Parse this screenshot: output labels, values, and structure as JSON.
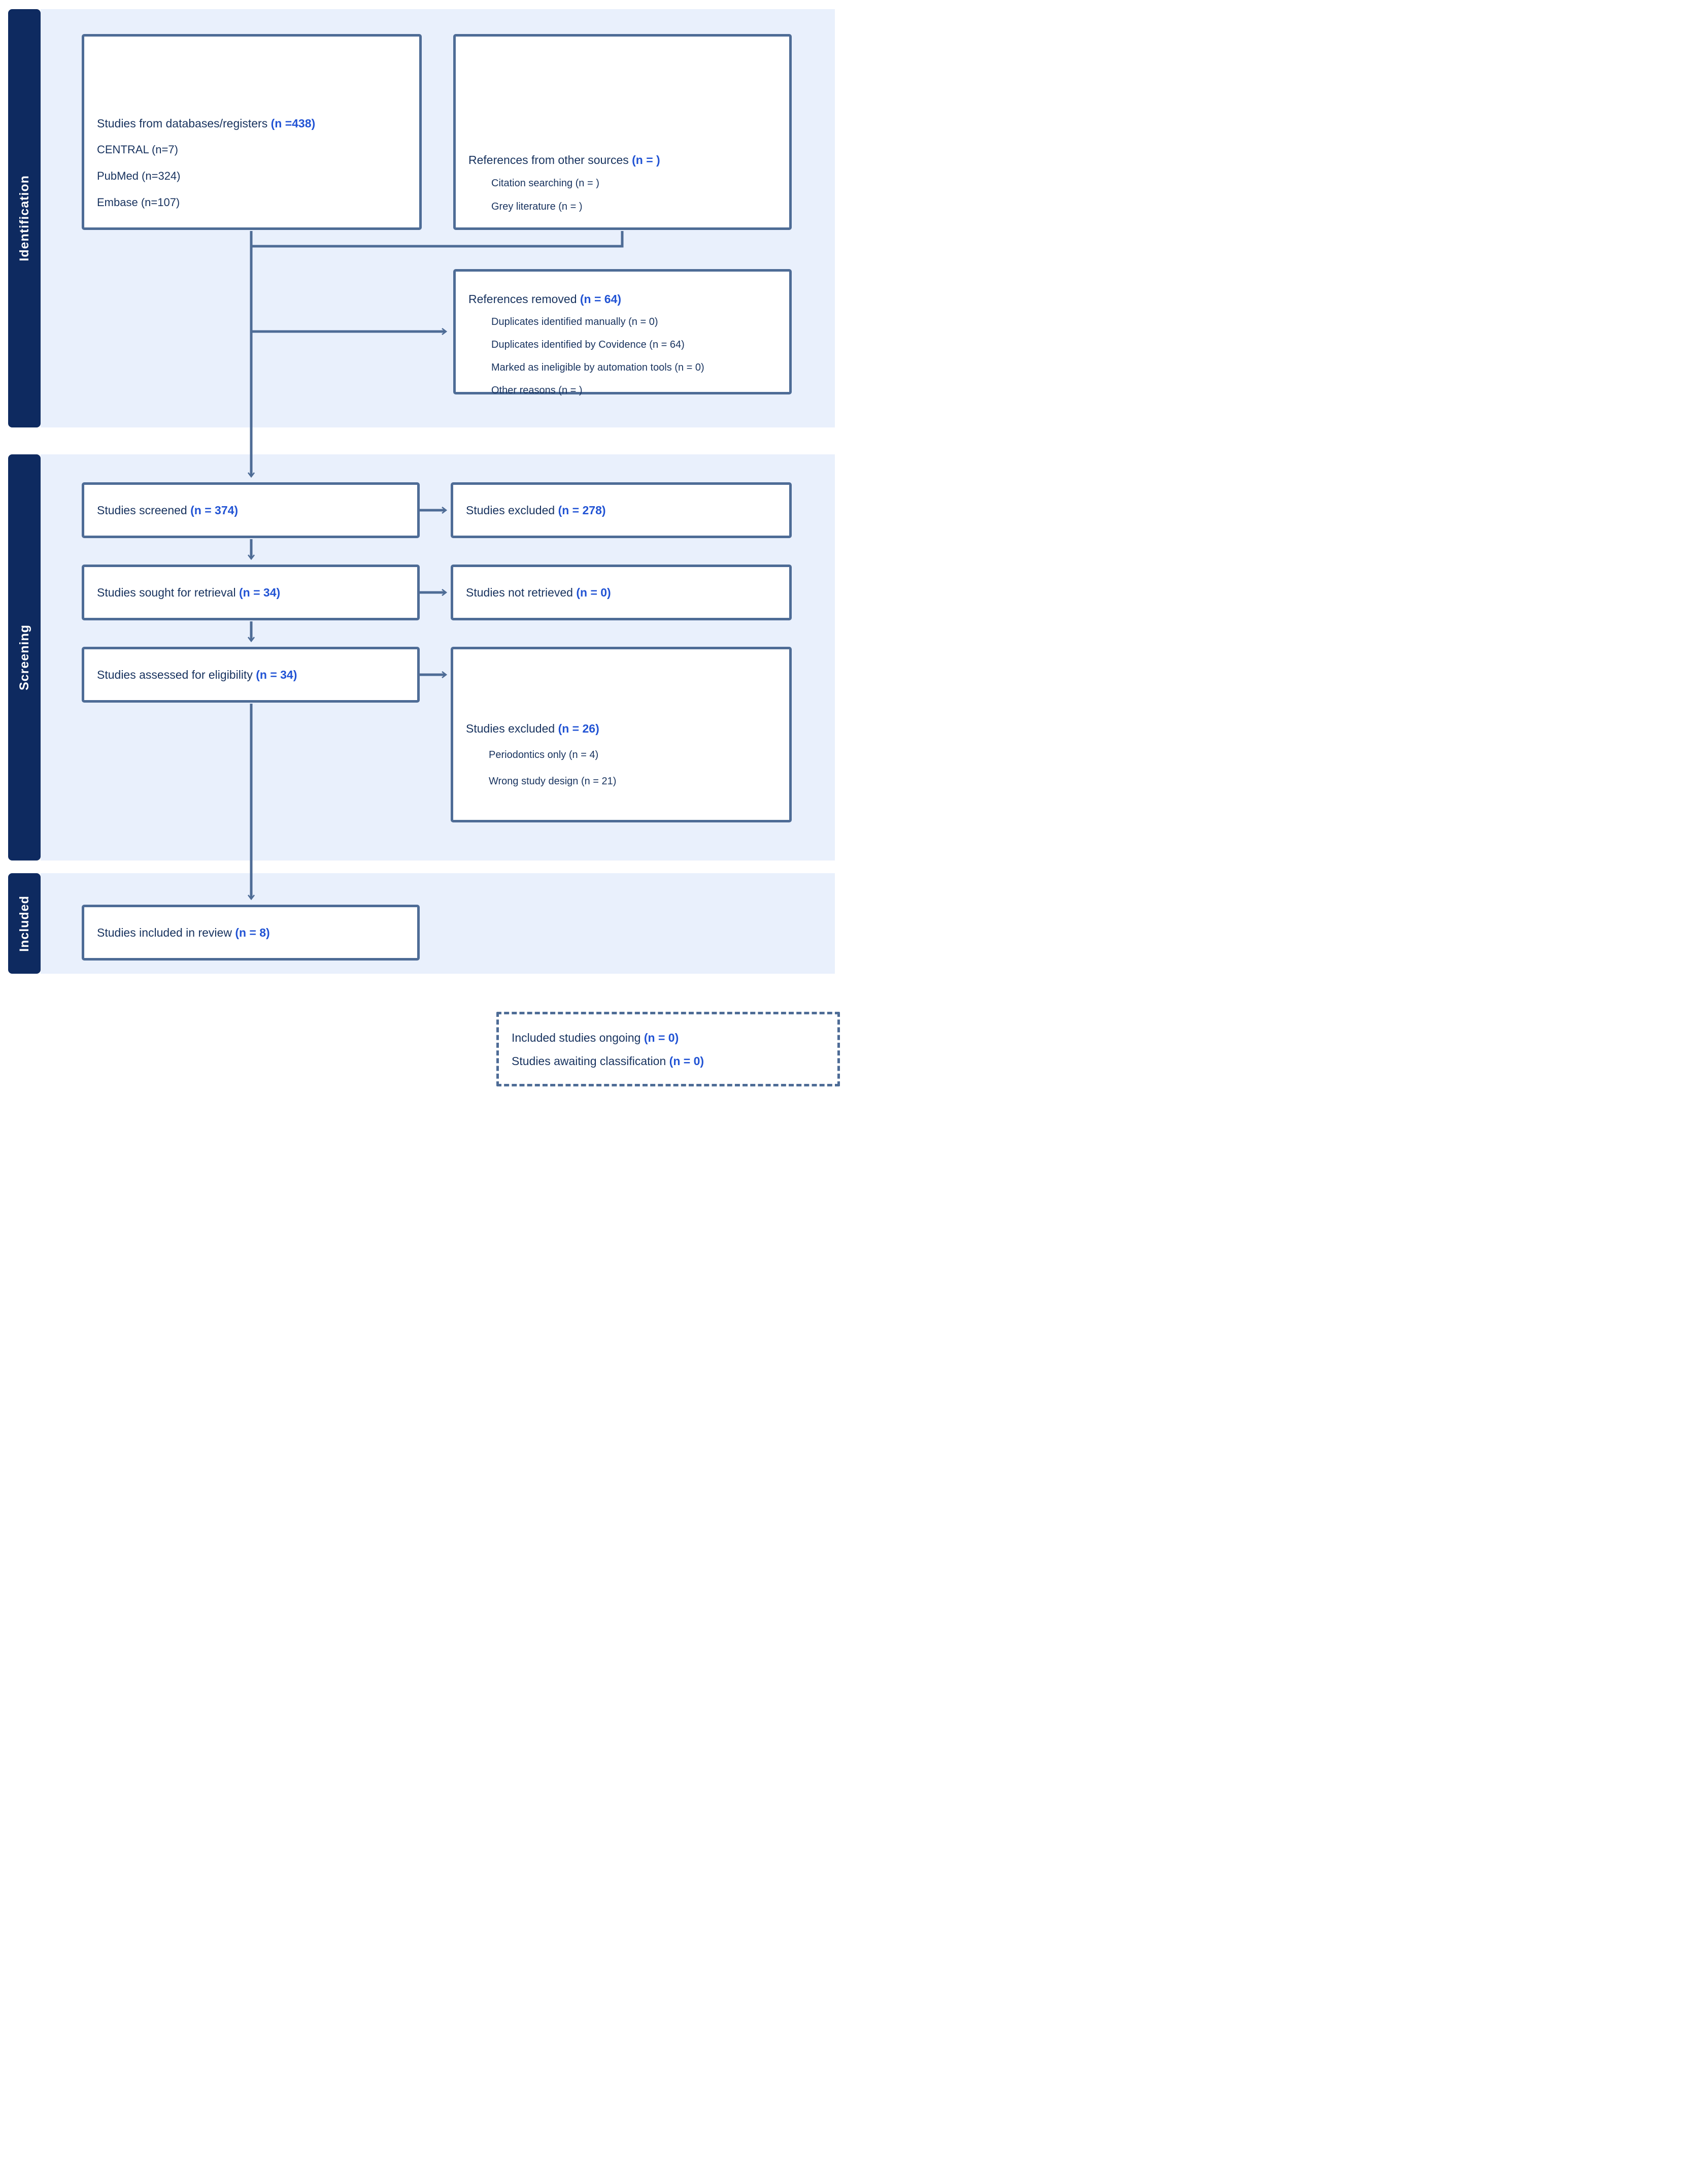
{
  "sidebar": {
    "identification": "Identification",
    "screening": "Screening",
    "included": "Included"
  },
  "boxes": {
    "databases": {
      "title": "Studies from databases/registers ",
      "count": "(n =438)",
      "lines": [
        "CENTRAL (n=7)",
        "PubMed (n=324)",
        "Embase (n=107)"
      ]
    },
    "other_sources": {
      "title": "References from other sources ",
      "count": "(n = )",
      "lines": [
        "Citation searching (n = )",
        "Grey literature (n = )"
      ]
    },
    "references_removed": {
      "title": "References removed ",
      "count": "(n = 64)",
      "lines": [
        "Duplicates identified manually (n = 0)",
        "Duplicates identified by Covidence (n = 64)",
        "Marked as ineligible by automation tools (n = 0)",
        "Other reasons (n = )"
      ]
    },
    "screened": {
      "title": "Studies screened ",
      "count": "(n = 374)"
    },
    "excluded_screening": {
      "title": "Studies excluded ",
      "count": "(n = 278)"
    },
    "sought": {
      "title": "Studies sought for retrieval ",
      "count": "(n = 34)"
    },
    "not_retrieved": {
      "title": "Studies not retrieved ",
      "count": "(n = 0)"
    },
    "assessed": {
      "title": "Studies assessed for eligibility ",
      "count": "(n = 34)"
    },
    "excluded_eligibility": {
      "title": "Studies excluded ",
      "count": "(n = 26)",
      "lines": [
        "Periodontics only (n = 4)",
        "Wrong study design (n = 21)"
      ]
    },
    "included_review": {
      "title": "Studies included in review ",
      "count": "(n = 8)"
    },
    "ongoing": {
      "items": [
        {
          "label": "Included studies ongoing ",
          "count": "(n = 0)"
        },
        {
          "label": "Studies awaiting classification ",
          "count": "(n = 0)"
        }
      ]
    }
  },
  "colors": {
    "accent_blue": "#2153d4",
    "navy_text": "#17325e",
    "slate_border": "#4e6c96",
    "band_fill": "#e9f0fc",
    "sidebar_fill": "#0e2a60",
    "box_fill": "#ffffff"
  }
}
